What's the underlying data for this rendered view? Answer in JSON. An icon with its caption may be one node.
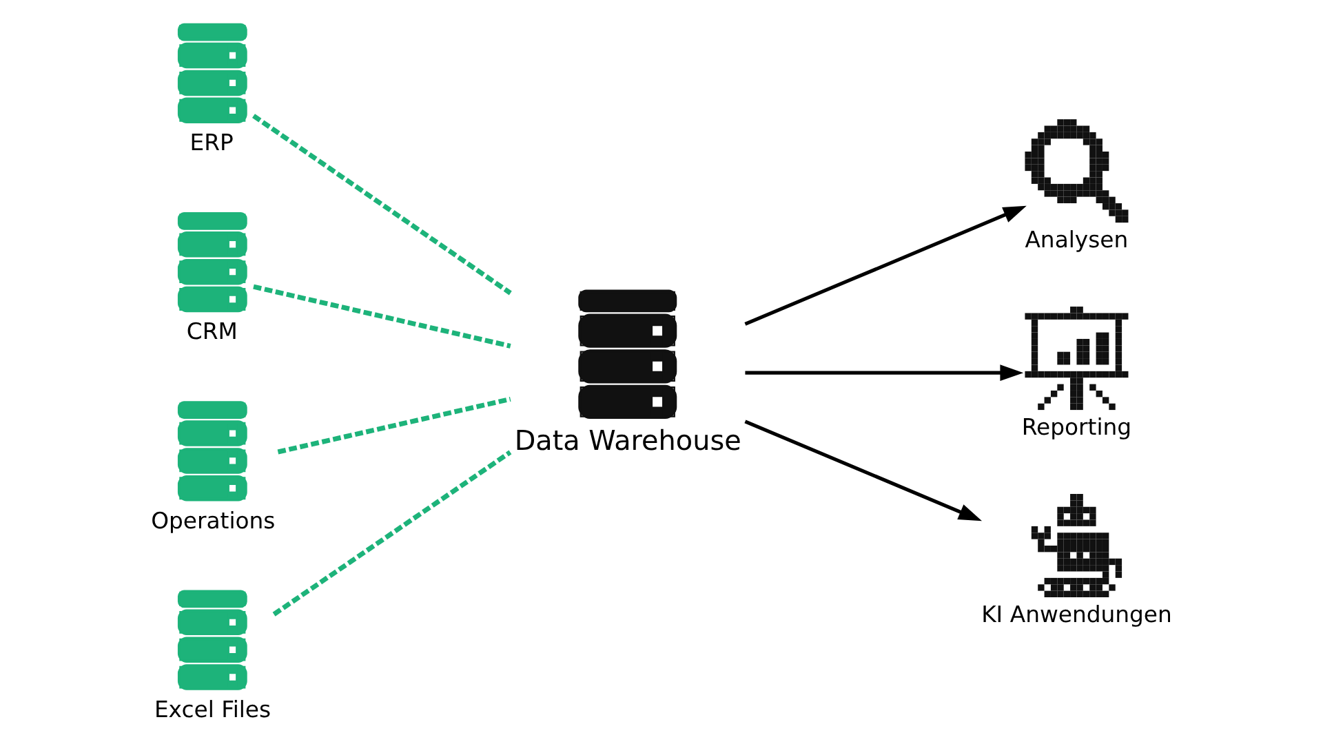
{
  "diagram": {
    "nodes": [
      {
        "text": [],
        "shape": "cylinder",
        "beside": [
          "ERP"
        ]
      },
      {
        "text": [],
        "shape": "cylinder",
        "beside": [
          "CRM"
        ]
      },
      {
        "text": [],
        "shape": "cylinder",
        "beside": [
          "Operations"
        ]
      },
      {
        "text": [],
        "shape": "cylinder",
        "beside": [
          "Excel Files"
        ]
      },
      {
        "text": [],
        "shape": "cylinder",
        "beside": [
          "Data Warehouse"
        ]
      },
      {
        "text": [],
        "shape": "picture",
        "beside": [
          "Analysen"
        ]
      },
      {
        "text": [],
        "shape": "picture",
        "beside": [
          "Reporting"
        ]
      },
      {
        "text": [],
        "shape": "picture",
        "beside": [
          "KI Anwendungen"
        ]
      }
    ],
    "edges": [
      {
        "from": 0,
        "to": 4,
        "arrow": "none",
        "style": "dashed",
        "color": "#1db37a"
      },
      {
        "from": 1,
        "to": 4,
        "arrow": "none",
        "style": "dashed",
        "color": "#1db37a"
      },
      {
        "from": 2,
        "to": 4,
        "arrow": "none",
        "style": "dashed",
        "color": "#1db37a"
      },
      {
        "from": 3,
        "to": 4,
        "arrow": "none",
        "style": "dashed",
        "color": "#1db37a"
      },
      {
        "from": 4,
        "to": 5,
        "arrow": "to",
        "color": "#000000"
      },
      {
        "from": 4,
        "to": 6,
        "arrow": "to",
        "color": "#000000"
      },
      {
        "from": 4,
        "to": 7,
        "arrow": "to",
        "color": "#000000"
      }
    ]
  }
}
